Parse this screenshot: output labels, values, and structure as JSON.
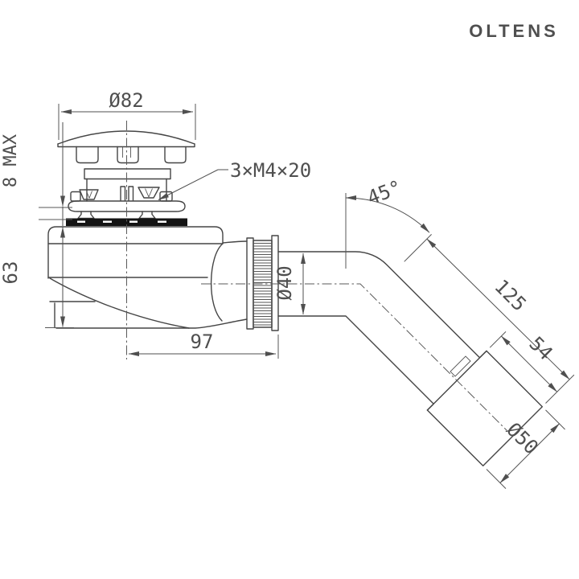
{
  "brand": {
    "name": "OLTENS"
  },
  "labels": {
    "cap_diameter": "Ø82",
    "mount_height": "8 MAX",
    "body_height": "63",
    "screw_spec": "3×M4×20",
    "outlet_angle": "45°",
    "outlet_diameter": "Ø40",
    "body_length": "97",
    "outlet_length": "125",
    "coupling_length": "54",
    "coupling_diameter": "Ø50"
  },
  "colors": {
    "line": "#454545",
    "dimension": "#4f4f4f",
    "logo": "#2d3a53",
    "gasket": "#141414",
    "background": "#ffffff"
  }
}
